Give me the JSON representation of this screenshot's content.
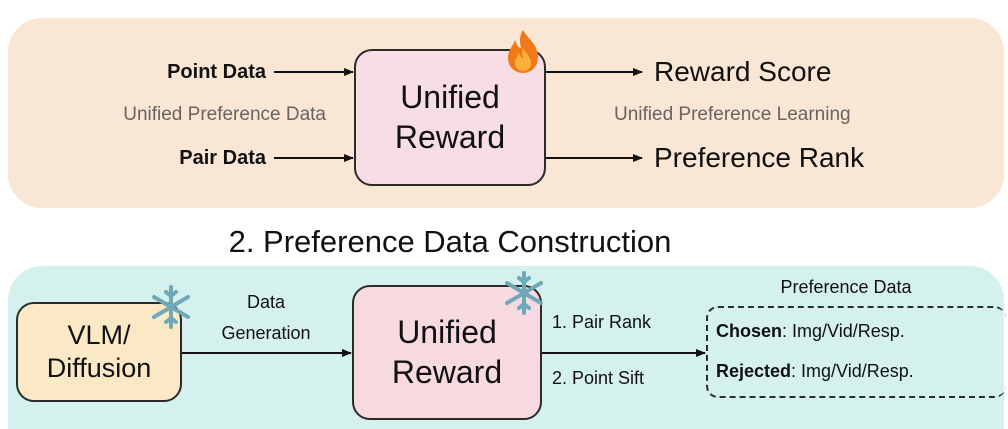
{
  "section1": {
    "inputs": {
      "point_data": "Point Data",
      "pair_data": "Pair Data",
      "caption": "Unified Preference Data"
    },
    "model": {
      "line1": "Unified",
      "line2": "Reward",
      "status_icon": "fire-icon"
    },
    "outputs": {
      "reward_score": "Reward Score",
      "preference_rank": "Preference Rank",
      "caption": "Unified Preference Learning"
    }
  },
  "section2": {
    "title": "2. Preference Data Construction",
    "generator": {
      "line1": "VLM/",
      "line2": "Diffusion",
      "status_icon": "snowflake-icon"
    },
    "generation_label": {
      "line1": "Data",
      "line2": "Generation"
    },
    "model": {
      "line1": "Unified",
      "line2": "Reward",
      "status_icon": "snowflake-icon"
    },
    "steps": {
      "pair_rank": "1. Pair Rank",
      "point_sift": "2. Point Sift"
    },
    "preference_data": {
      "title": "Preference Data",
      "chosen_label": "Chosen",
      "chosen_value": ": Img/Vid/Resp.",
      "rejected_label": "Rejected",
      "rejected_value": ": Img/Vid/Resp."
    }
  },
  "colors": {
    "panel1_bg": "#f9e6d4",
    "panel2_bg": "#d5f1ed",
    "reward_box": "#f7dde4",
    "generator_box": "#fbe9c6",
    "caption_gray": "#6a6360",
    "flame": "#f07a1a",
    "snowflake": "#6fa8b8"
  }
}
